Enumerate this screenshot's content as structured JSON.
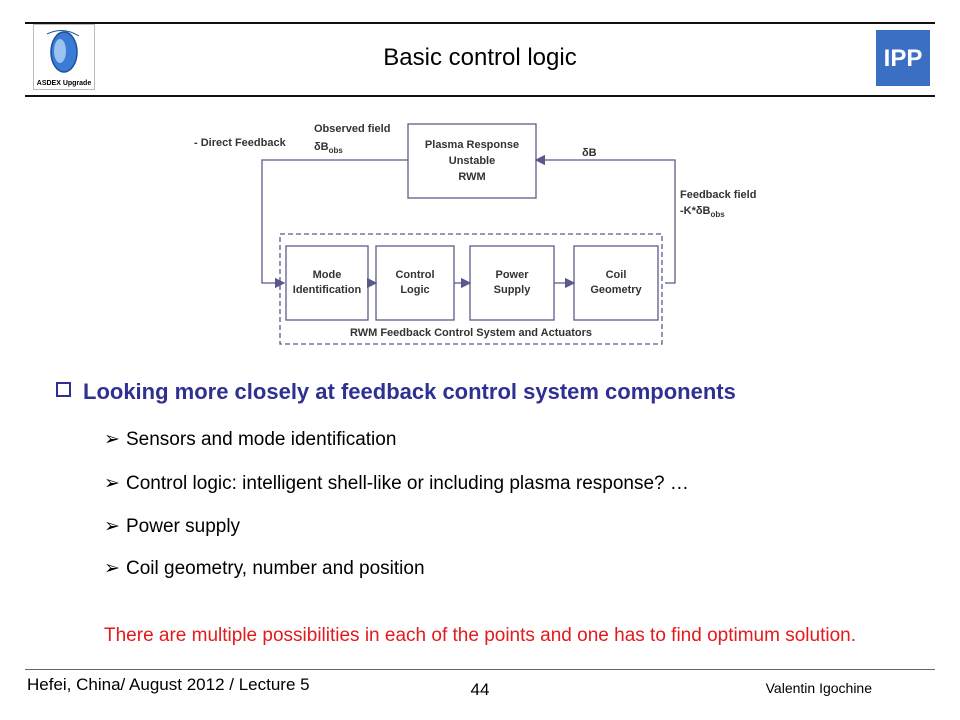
{
  "header": {
    "title": "Basic control logic",
    "logo_left_label": "ASDEX Upgrade",
    "logo_right_label": "IPP"
  },
  "diagram": {
    "direct_feedback": "- Direct Feedback",
    "observed_field": "Observed field",
    "delta_b_obs": "δB",
    "obs_sub": "obs",
    "plasma_box": [
      "Plasma Response",
      "Unstable",
      "RWM"
    ],
    "delta_b": "δB",
    "feedback_field": "Feedback field",
    "feedback_expr": "-K*δB",
    "boxes": [
      {
        "lines": [
          "Mode",
          "Identification"
        ]
      },
      {
        "lines": [
          "Control",
          "Logic"
        ]
      },
      {
        "lines": [
          "Power",
          "Supply"
        ]
      },
      {
        "lines": [
          "Coil",
          "Geometry"
        ]
      }
    ],
    "system_label": "RWM Feedback Control System and Actuators"
  },
  "content": {
    "heading": "Looking more closely at feedback control system components",
    "bullets": [
      "Sensors and mode identification",
      "Control logic: intelligent shell-like or including plasma response? …",
      "Power supply",
      "Coil geometry, number and position"
    ],
    "note": "There are multiple possibilities in each of the points and one has to find optimum solution."
  },
  "footer": {
    "left": "Hefei, China/ August 2012 / Lecture 5",
    "page": "44",
    "author": "Valentin Igochine"
  },
  "colors": {
    "heading": "#2e3192",
    "note": "#e31a1c",
    "diagram_line": "#5a5a8a"
  }
}
